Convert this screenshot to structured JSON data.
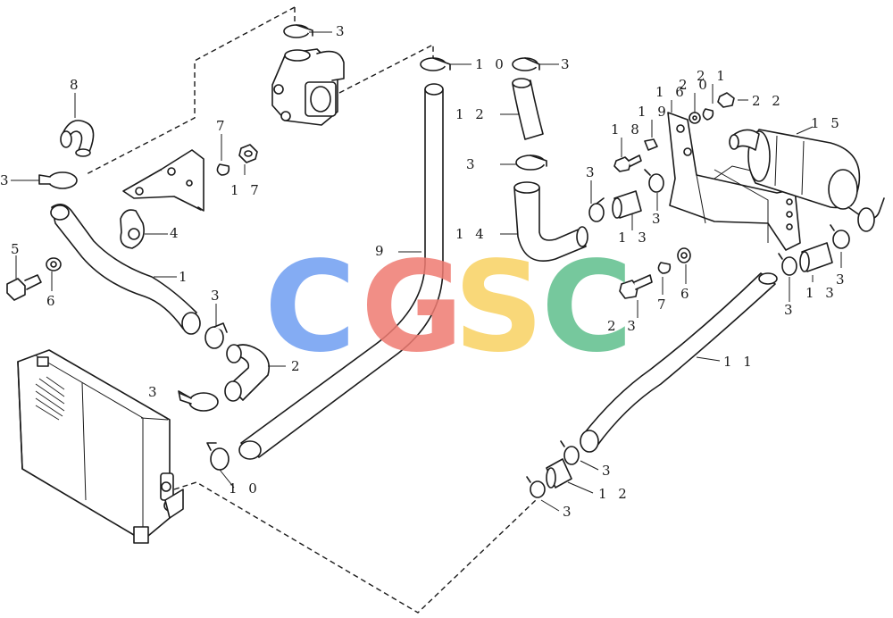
{
  "labels": {
    "p1": "1",
    "p2": "2",
    "p3": "3",
    "p4": "4",
    "p5": "5",
    "p6": "6",
    "p7": "7",
    "p8": "8",
    "p9": "9",
    "p10": "1 0",
    "p11": "1 1",
    "p12": "1 2",
    "p13": "1 3",
    "p14": "1 4",
    "p15": "1 5",
    "p16": "1 6",
    "p17": "1 7",
    "p18": "1 8",
    "p19": "1 9",
    "p20": "2 0",
    "p21": "2 1",
    "p22": "2 2",
    "p23": "2 3"
  },
  "watermark": {
    "letters": [
      "C",
      "G",
      "S",
      "C"
    ],
    "colors": [
      "#6f9ef2",
      "#ef7b72",
      "#f8d262",
      "#5fbf8c"
    ]
  }
}
